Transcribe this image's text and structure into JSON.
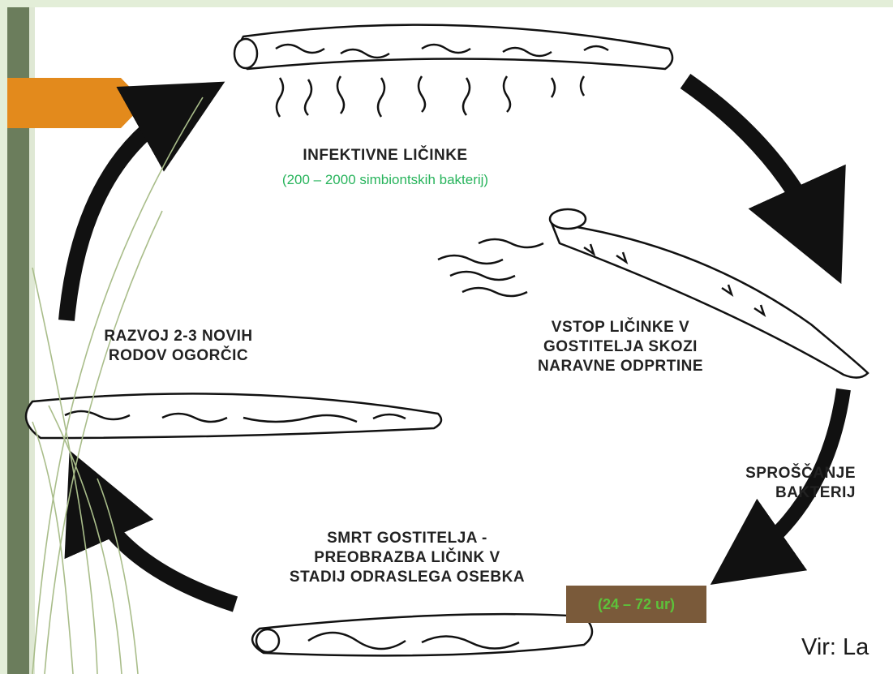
{
  "stages": {
    "infective": {
      "title": "INFEKTIVNE LIČINKE",
      "detail": "(200 – 2000 simbiontskih bakterij)"
    },
    "entry": {
      "title": "VSTOP   LIČINKE V\nGOSTITELJA SKOZI\nNARAVNE ODPRTINE"
    },
    "release": {
      "title": "SPROŠČANJE\nBAKTERIJ"
    },
    "host_death": {
      "title": "SMRT GOSTITELJA -\nPREOBRAZBA LIČINK V\nSTADIJ ODRASLEGA OSEBKA",
      "time": "(24 – 72 ur)"
    },
    "reproduction": {
      "title": "RAZVOJ 2-3 NOVIH\nRODOV OGORČIC"
    }
  },
  "source": "Vir: La",
  "colors": {
    "accent_green_text": "#28b45c",
    "time_badge_bg": "#7a5a3a",
    "time_badge_text": "#5dc23a",
    "sidebar": "#6b7d5c",
    "orange_tab": "#e38a1c"
  }
}
